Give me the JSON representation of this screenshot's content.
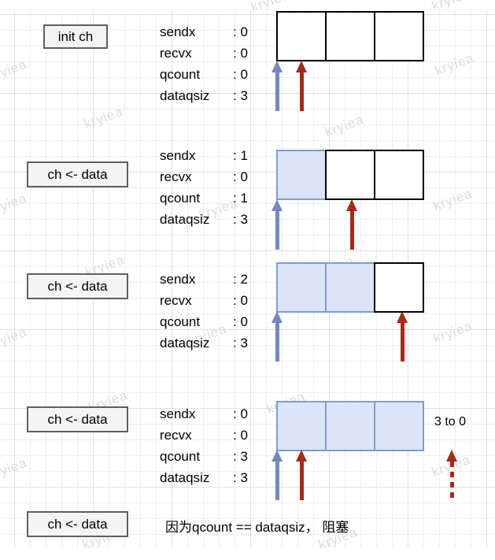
{
  "watermark_text": "kryiea",
  "colors": {
    "blue_arrow": "#7588bd",
    "red_arrow": "#a8281a",
    "cell_fill": "#dbe5f7",
    "cell_border": "#7e9ecd"
  },
  "rows": [
    {
      "label": "init ch",
      "fields": [
        {
          "label": "sendx",
          "value": ": 0"
        },
        {
          "label": "recvx",
          "value": ": 0"
        },
        {
          "label": "qcount",
          "value": ": 0"
        },
        {
          "label": "dataqsiz",
          "value": ": 3"
        }
      ],
      "buffer_cells": [
        "empty",
        "empty",
        "empty"
      ]
    },
    {
      "label": "ch <- data",
      "fields": [
        {
          "label": "sendx",
          "value": ": 1"
        },
        {
          "label": "recvx",
          "value": ": 0"
        },
        {
          "label": "qcount",
          "value": ": 1"
        },
        {
          "label": "dataqsiz",
          "value": ": 3"
        }
      ],
      "buffer_cells": [
        "filled",
        "empty",
        "empty"
      ]
    },
    {
      "label": "ch <- data",
      "fields": [
        {
          "label": "sendx",
          "value": ": 2"
        },
        {
          "label": "recvx",
          "value": ": 0"
        },
        {
          "label": "qcount",
          "value": ": 0"
        },
        {
          "label": "dataqsiz",
          "value": ": 3"
        }
      ],
      "buffer_cells": [
        "filled",
        "filled",
        "empty"
      ]
    },
    {
      "label": "ch <- data",
      "fields": [
        {
          "label": "sendx",
          "value": ": 0"
        },
        {
          "label": "recvx",
          "value": ": 0"
        },
        {
          "label": "qcount",
          "value": ": 3"
        },
        {
          "label": "dataqsiz",
          "value": ": 3"
        }
      ],
      "buffer_cells": [
        "filled",
        "filled",
        "filled"
      ],
      "annotation": "3 to 0"
    },
    {
      "label": "ch <- data",
      "note": "因为qcount == dataqsiz， 阻塞"
    }
  ]
}
